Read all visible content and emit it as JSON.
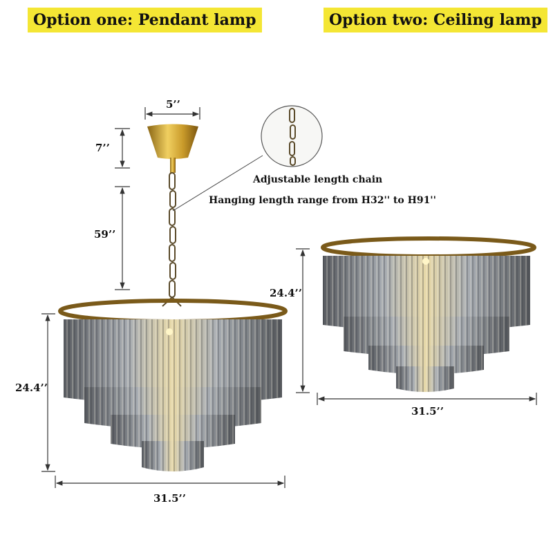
{
  "banners": {
    "option_one": "Option one: Pendant lamp",
    "option_two": "Option two: Ceiling lamp"
  },
  "pendant": {
    "canopy_width": "5’’",
    "canopy_height": "7’’",
    "chain_length": "59’’",
    "body_height": "24.4’’",
    "body_width": "31.5’’"
  },
  "chain_callout": {
    "title": "Adjustable length chain",
    "range": "Hanging length range from H32'' to H91''"
  },
  "ceiling": {
    "body_height": "24.4’’",
    "body_width": "31.5’’"
  },
  "colors": {
    "banner": "#f4e634",
    "brass": "#b8902e",
    "crystal": "#8a8f96",
    "dim_line": "#333333"
  }
}
